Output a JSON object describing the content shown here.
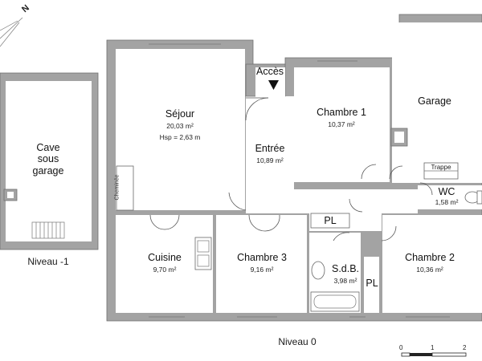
{
  "plan": {
    "compass_label": "N",
    "acces_label": "Accès",
    "rooms": [
      {
        "name": "Séjour",
        "area": "20,03 m²",
        "extra": "Hsp = 2,63 m"
      },
      {
        "name": "Entrée",
        "area": "10,89 m²"
      },
      {
        "name": "Chambre 1",
        "area": "10,37 m²"
      },
      {
        "name": "Garage"
      },
      {
        "name": "WC",
        "area": "1,58 m²"
      },
      {
        "name": "Cuisine",
        "area": "9,70 m²"
      },
      {
        "name": "Chambre 3",
        "area": "9,16 m²"
      },
      {
        "name": "S.d.B.",
        "area": "3,98 m²"
      },
      {
        "name": "Chambre 2",
        "area": "10,36 m²"
      },
      {
        "name": "PL"
      },
      {
        "name": "PL"
      }
    ],
    "cave": {
      "line1": "Cave",
      "line2": "sous",
      "line3": "garage"
    },
    "cheminee_label": "Cheminée",
    "trappe_label": "Trappe",
    "levels": {
      "lower": "Niveau -1",
      "ground": "Niveau 0"
    },
    "scale_ticks": [
      "0",
      "1",
      "2"
    ]
  }
}
